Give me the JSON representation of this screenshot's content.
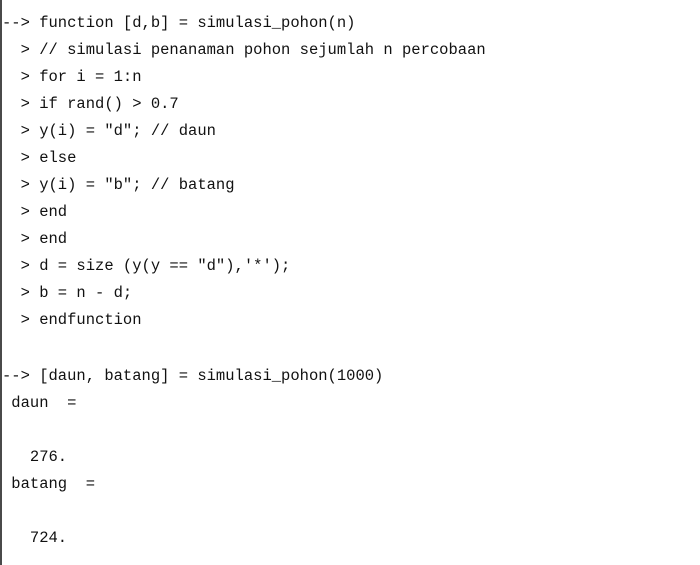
{
  "console": {
    "lines": [
      "--> function [d,b] = simulasi_pohon(n)",
      "  > // simulasi penanaman pohon sejumlah n percobaan",
      "  > for i = 1:n",
      "  > if rand() > 0.7",
      "  > y(i) = \"d\"; // daun",
      "  > else",
      "  > y(i) = \"b\"; // batang",
      "  > end",
      "  > end",
      "  > d = size (y(y == \"d\"),'*');",
      "  > b = n - d;",
      "  > endfunction",
      "",
      "--> [daun, batang] = simulasi_pohon(1000)",
      " daun  =",
      "",
      "   276.",
      " batang  =",
      "",
      "   724."
    ]
  }
}
